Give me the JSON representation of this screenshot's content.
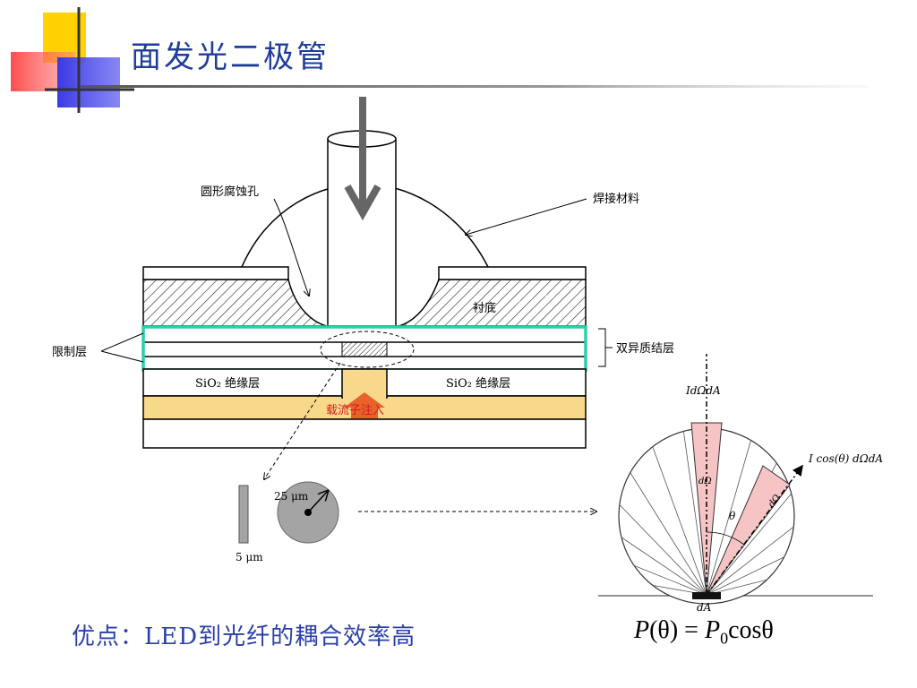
{
  "slide": {
    "title": "面发光二极管",
    "caption": "优点：LED到光纤的耦合效率高",
    "formula": {
      "lhs_symbol": "P",
      "lhs_arg": "(θ) = ",
      "rhs_symbol": "P",
      "rhs_subscript": "0",
      "rhs_func": "cosθ"
    }
  },
  "diagram": {
    "labels": {
      "etch_hole": "圆形腐蚀孔",
      "solder": "焊接材料",
      "substrate": "衬底",
      "confinement": "限制层",
      "double_hetero": "双异质结层",
      "sio2_left": "SiO₂ 绝缘层",
      "sio2_right": "SiO₂ 绝缘层",
      "carrier_injection": "载流子注入",
      "radius": "25 μm",
      "thickness": "5 μm"
    },
    "lambert": {
      "top_label": "IdΩdA",
      "side_label": "I cos(θ) dΩdA",
      "theta": "θ",
      "d_omega_1": "dΩ",
      "d_omega_2": "dΩ",
      "area": "dA"
    }
  },
  "colors": {
    "title_blue": "#1f3c9a",
    "highlight_teal": "#2bcfa8",
    "injection_band": "#f8d88a",
    "injection_arrow": "#e8622a",
    "injection_text": "#d02020",
    "cone_pink": "#f6c4c4",
    "disk_gray": "#a4a4a4",
    "arrow_gray": "#666666"
  }
}
